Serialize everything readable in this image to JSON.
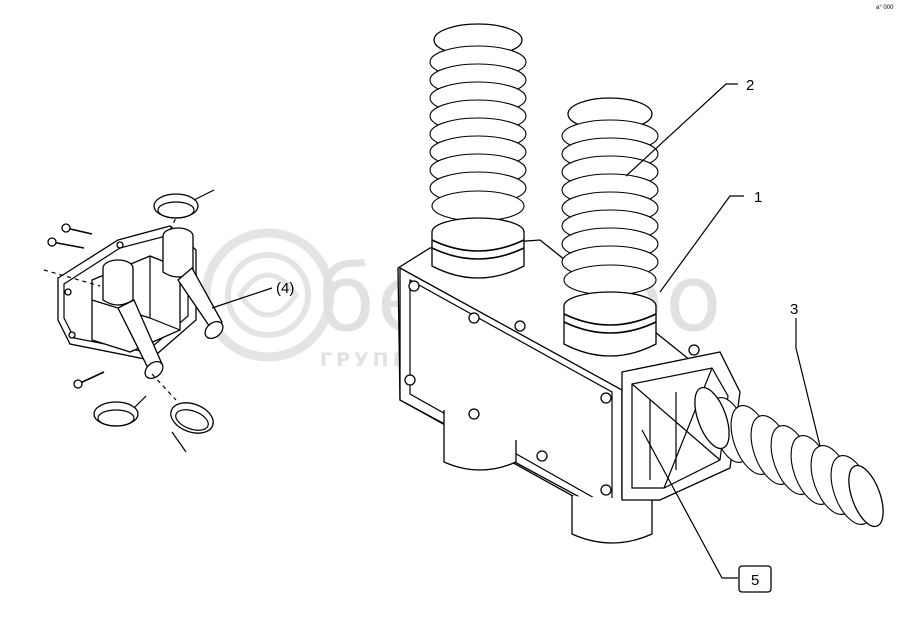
{
  "drawing": {
    "corner_mark": "a° 000",
    "callouts": {
      "c1": "1",
      "c2": "2",
      "c3": "3",
      "c4": "(4)",
      "c5": "5"
    }
  },
  "watermark": {
    "brand": "белагро",
    "subtitle": "ГРУППА КОМПАНИЙ"
  }
}
